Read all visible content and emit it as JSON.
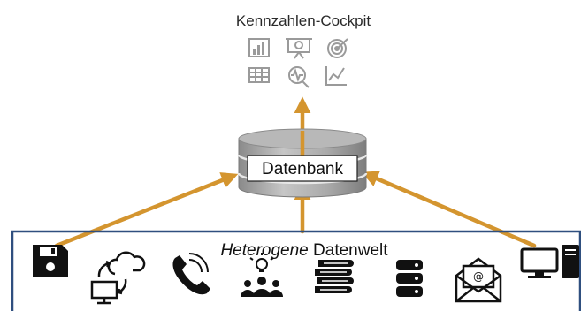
{
  "cockpit": {
    "title": "Kennzahlen-Cockpit",
    "icons": [
      "bar-chart-icon",
      "presentation-icon",
      "target-icon",
      "table-icon",
      "magnifier-pulse-icon",
      "line-chart-icon"
    ]
  },
  "database": {
    "label": "Datenbank"
  },
  "world": {
    "title_italic": "Heterogene",
    "title_rest": " Datenwelt",
    "icons": [
      "floppy-disk-icon",
      "cloud-sync-icon",
      "phone-icon",
      "team-idea-icon",
      "books-icon",
      "database-stack-icon",
      "email-icon",
      "desktop-computer-icon"
    ]
  },
  "colors": {
    "arrow": "#d4952f",
    "frame": "#2f4f7f",
    "cockpit_icon": "#9a9a9a",
    "cylinder": "#9e9e9e"
  }
}
